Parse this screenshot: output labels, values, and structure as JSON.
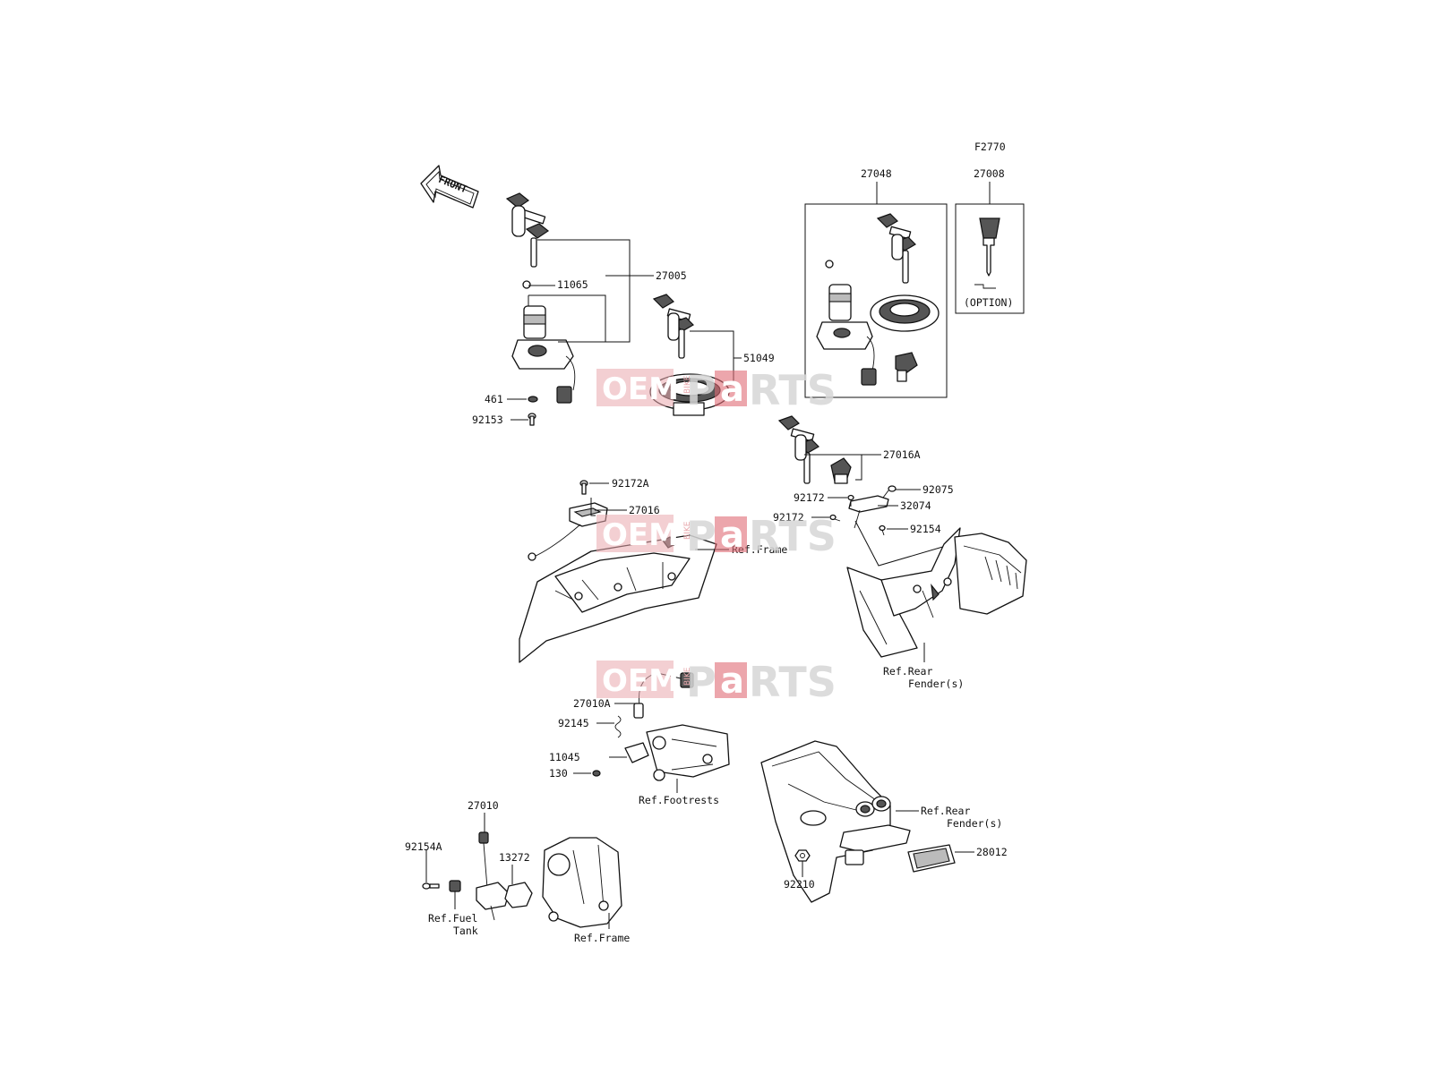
{
  "diagram_code": "F2770",
  "front_label": "FRONT",
  "option_label": "(OPTION)",
  "watermark": {
    "oem": "OEM",
    "bike": "BIKE",
    "p": "P",
    "a": "a",
    "rts": "RTS"
  },
  "parts": {
    "p27048": "27048",
    "p27008": "27008",
    "p27005": "27005",
    "p11065": "11065",
    "p51049": "51049",
    "p461": "461",
    "p92153": "92153",
    "p27016A": "27016A",
    "p92075": "92075",
    "p92172_a": "92172",
    "p32074": "32074",
    "p92172_b": "92172",
    "p92154": "92154",
    "p92172A": "92172A",
    "p27016": "27016",
    "p27010A": "27010A",
    "p92145": "92145",
    "p11045": "11045",
    "p130": "130",
    "p27010": "27010",
    "p92154A": "92154A",
    "p13272": "13272",
    "p92210": "92210",
    "p28012": "28012"
  },
  "refs": {
    "frame_1": "Ref.Frame",
    "rear_fender_1_l1": "Ref.Rear",
    "rear_fender_1_l2": "Fender(s)",
    "footrests": "Ref.Footrests",
    "rear_fender_2_l1": "Ref.Rear",
    "rear_fender_2_l2": "Fender(s)",
    "fuel_tank_l1": "Ref.Fuel",
    "fuel_tank_l2": "Tank",
    "frame_2": "Ref.Frame"
  },
  "colors": {
    "watermark_pink": "#e9a8ad",
    "watermark_red": "#e06a74",
    "ink": "#111111"
  }
}
